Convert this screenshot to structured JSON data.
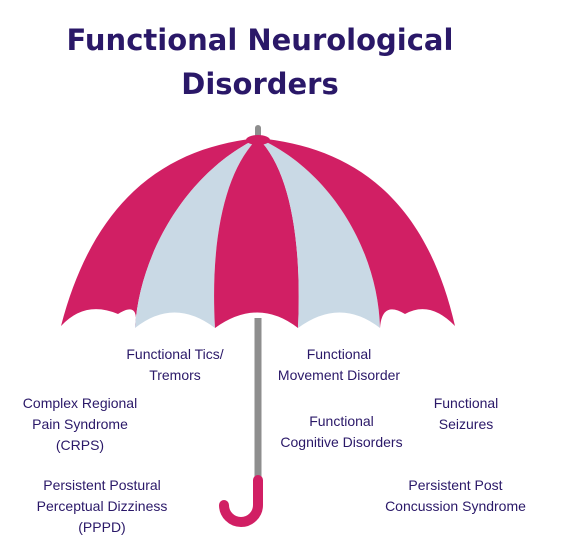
{
  "title": {
    "line1": "Functional Neurological",
    "line2": "Disorders"
  },
  "colors": {
    "title": "#2a1868",
    "magenta_panel": "#d11f64",
    "light_panel": "#c9d9e5",
    "shaft": "#8e8e8e",
    "label_text": "#2a1868"
  },
  "labels": {
    "tics": [
      "Functional Tics/",
      "Tremors"
    ],
    "movement": [
      "Functional",
      "Movement Disorder"
    ],
    "crps": [
      "Complex Regional",
      "Pain Syndrome",
      "(CRPS)"
    ],
    "seizures": [
      "Functional",
      "Seizures"
    ],
    "cognitive": [
      "Functional",
      "Cognitive Disorders"
    ],
    "pppd": [
      "Persistent Postural",
      "Perceptual Dizziness",
      "(PPPD)"
    ],
    "concussion": [
      "Persistent Post",
      "Concussion Syndrome"
    ]
  }
}
